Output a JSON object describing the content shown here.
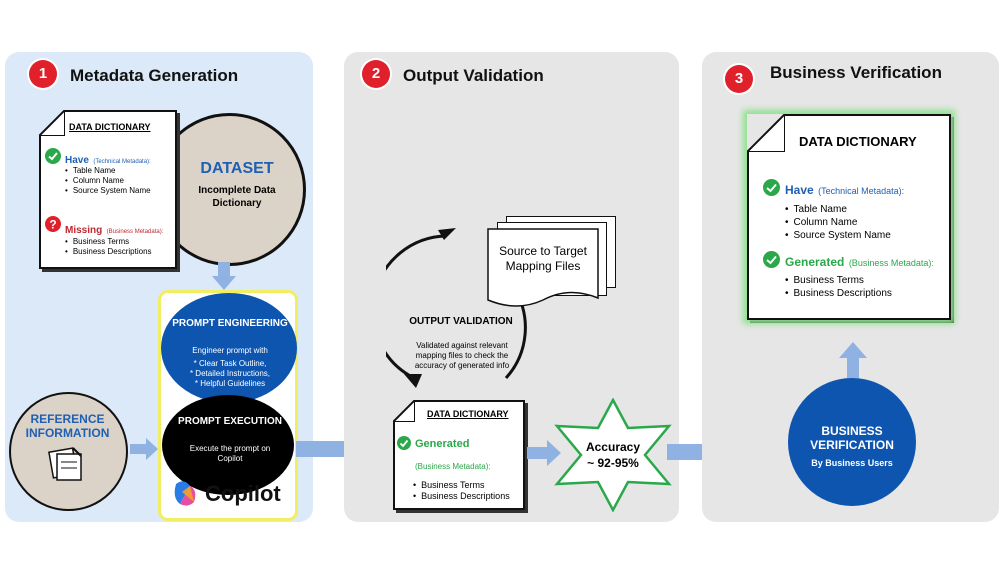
{
  "panels": [
    {
      "number": "1",
      "title": "Metadata Generation"
    },
    {
      "number": "2",
      "title": "Output Validation"
    },
    {
      "number": "3",
      "title": "Business Verification"
    }
  ],
  "data_dictionary_1": {
    "title": "DATA DICTIONARY",
    "have_label": "Have",
    "have_sub": "(Technical Metadata):",
    "have_items": [
      "Table Name",
      "Column Name",
      "Source System Name"
    ],
    "missing_label": "Missing",
    "missing_sub": "(Business Metadata):",
    "missing_items": [
      "Business Terms",
      "Business Descriptions"
    ]
  },
  "dataset": {
    "title": "DATASET",
    "subtitle": "Incomplete Data Dictionary"
  },
  "prompt_engineering": {
    "title": "PROMPT ENGINEERING",
    "intro": "Engineer prompt with",
    "items": [
      "* Clear Task Outline,",
      "* Detailed Instructions,",
      "* Helpful Guidelines"
    ]
  },
  "prompt_execution": {
    "title": "PROMPT EXECUTION",
    "subtitle": "Execute the prompt on Copilot"
  },
  "copilot": {
    "label": "Copilot"
  },
  "reference": {
    "title": "REFERENCE INFORMATION"
  },
  "mapping_files": {
    "label": "Source to Target Mapping Files"
  },
  "output_validation": {
    "title": "OUTPUT VALIDATION",
    "description": "Validated against relevant mapping files to check the accuracy of generated info"
  },
  "data_dictionary_2": {
    "title": "DATA DICTIONARY",
    "generated_label": "Generated",
    "generated_sub": "(Business Metadata):",
    "items": [
      "Business Terms",
      "Business Descriptions"
    ]
  },
  "accuracy": {
    "label": "Accuracy",
    "value": "~ 92-95%"
  },
  "business_verification": {
    "title": "BUSINESS VERIFICATION",
    "subtitle": "By Business Users"
  },
  "data_dictionary_3": {
    "title": "DATA DICTIONARY",
    "have_label": "Have",
    "have_sub": "(Technical Metadata):",
    "have_items": [
      "Table Name",
      "Column Name",
      "Source System Name"
    ],
    "generated_label": "Generated",
    "generated_sub": "(Business Metadata):",
    "generated_items": [
      "Business Terms",
      "Business Descriptions"
    ]
  },
  "colors": {
    "accent_blue": "#1f5fb4",
    "dark_blue": "#0e55b0",
    "arrow_blue": "#8fb2e3",
    "red": "#e0202a",
    "green": "#2aa84a",
    "tan": "#dcd3c8"
  }
}
